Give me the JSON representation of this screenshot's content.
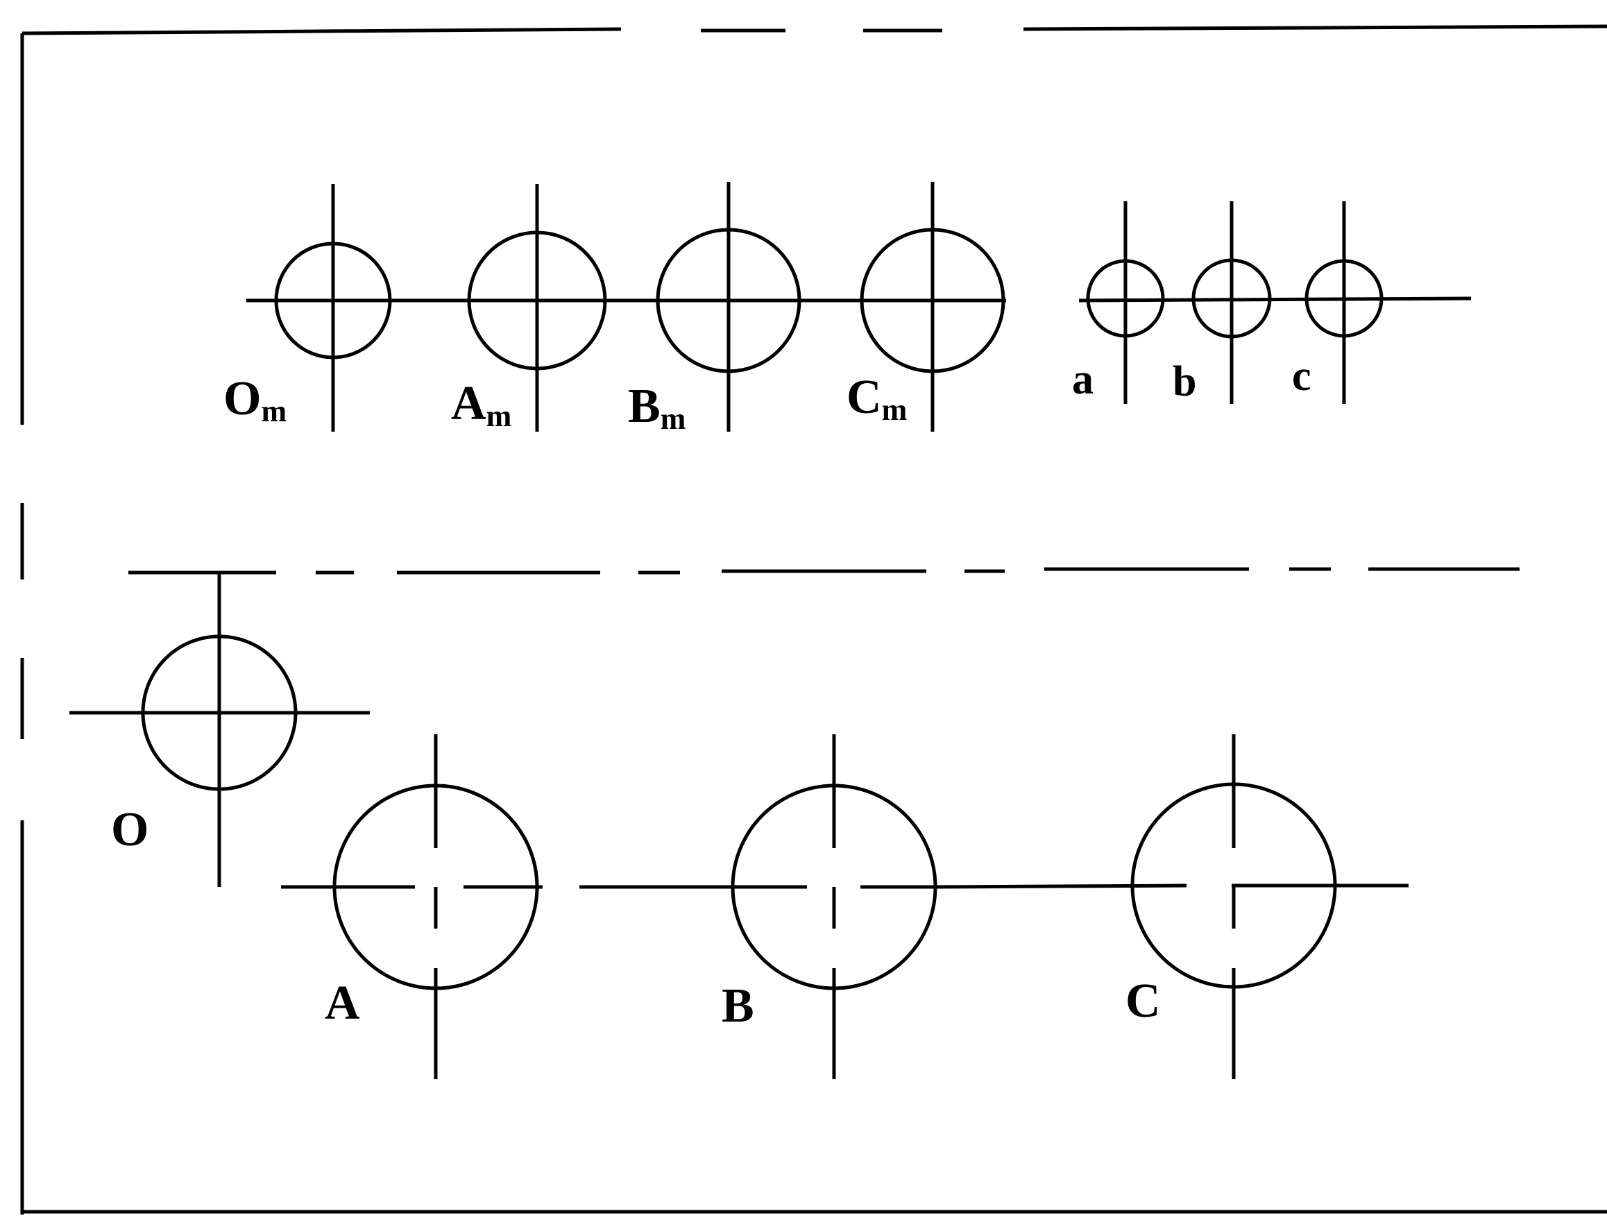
{
  "diagram": {
    "top_row": {
      "circles": [
        {
          "id": "Om",
          "label": "O",
          "subscript": "m"
        },
        {
          "id": "Am",
          "label": "A",
          "subscript": "m"
        },
        {
          "id": "Bm",
          "label": "B",
          "subscript": "m"
        },
        {
          "id": "Cm",
          "label": "C",
          "subscript": "m"
        },
        {
          "id": "a",
          "label": "a",
          "subscript": ""
        },
        {
          "id": "b",
          "label": "b",
          "subscript": ""
        },
        {
          "id": "c",
          "label": "c",
          "subscript": ""
        }
      ]
    },
    "bottom_row": {
      "circles": [
        {
          "id": "O",
          "label": "O"
        },
        {
          "id": "A",
          "label": "A"
        },
        {
          "id": "B",
          "label": "B"
        },
        {
          "id": "C",
          "label": "C"
        }
      ]
    },
    "stroke_color": "#000000",
    "background_color": "#ffffff"
  }
}
